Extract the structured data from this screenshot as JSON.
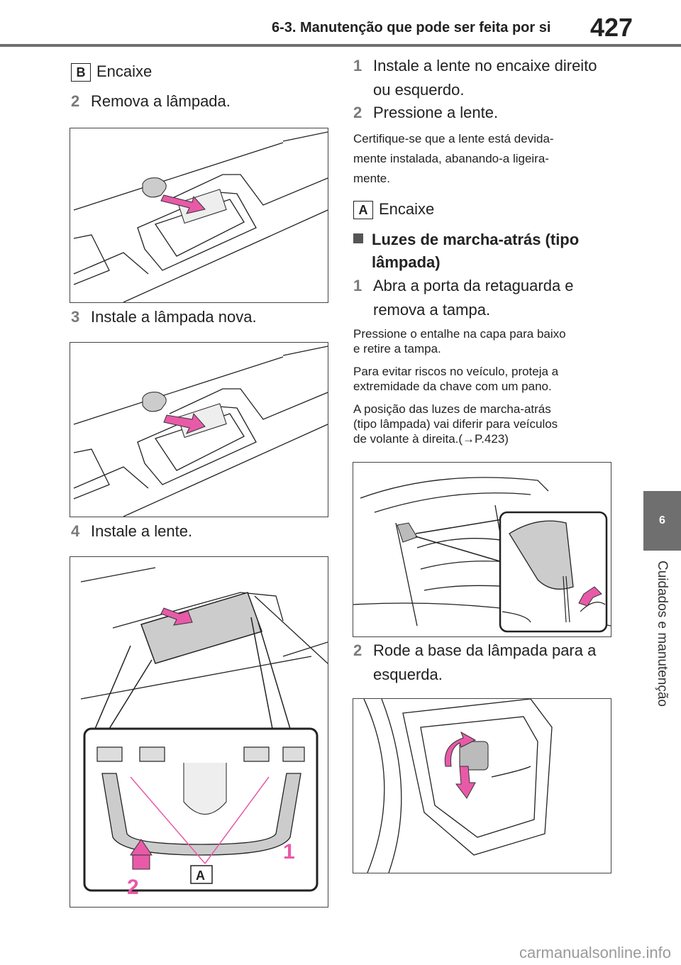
{
  "header": {
    "section_title": "6-3. Manutenção que pode ser feita por si",
    "page_number": "427"
  },
  "side_tab": {
    "chapter_number": "6",
    "chapter_title": "Cuidados e manutenção"
  },
  "left_column": {
    "fit_label_b": {
      "box": "B",
      "text": "Encaixe"
    },
    "step2": {
      "num": "2",
      "text": "Remova a lâmpada."
    },
    "step3": {
      "num": "3",
      "text": "Instale a lâmpada nova."
    },
    "step4": {
      "num": "4",
      "text": "Instale a lente."
    },
    "figure3_labels": {
      "n1": "1",
      "n2": "2",
      "a": "A"
    }
  },
  "right_column": {
    "step1": {
      "num": "1",
      "line1": "Instale a lente no encaixe direito",
      "line2": "ou esquerdo."
    },
    "step2": {
      "num": "2",
      "text": "Pressione a lente."
    },
    "note1": [
      "Certifique-se que a lente está devida-",
      "mente instalada, abanando-a ligeira-",
      "mente."
    ],
    "fit_label_a": {
      "box": "A",
      "text": "Encaixe"
    },
    "heading": {
      "line1": "Luzes de marcha-atrás (tipo",
      "line2": "lâmpada)"
    },
    "backup_step1": {
      "num": "1",
      "line1": "Abra a porta da retaguarda e",
      "line2": "remova a tampa."
    },
    "note2": [
      "Pressione o entalhe na capa para baixo",
      "e retire a tampa."
    ],
    "note3": [
      "Para evitar riscos no veículo, proteja a",
      "extremidade da chave com um pano."
    ],
    "note4": [
      "A posição das luzes de marcha-atrás",
      "(tipo lâmpada) vai diferir para veículos",
      "de volante à direita.(→P.423)"
    ],
    "backup_step2": {
      "num": "2",
      "line1": "Rode a base da lâmpada para a",
      "line2": "esquerda."
    }
  },
  "footer": {
    "watermark": "carmanualsonline.info"
  },
  "colors": {
    "accent_gray": "#6f6f6f",
    "arrow_pink": "#e85aa8",
    "number_gray": "#7a7a7a"
  }
}
